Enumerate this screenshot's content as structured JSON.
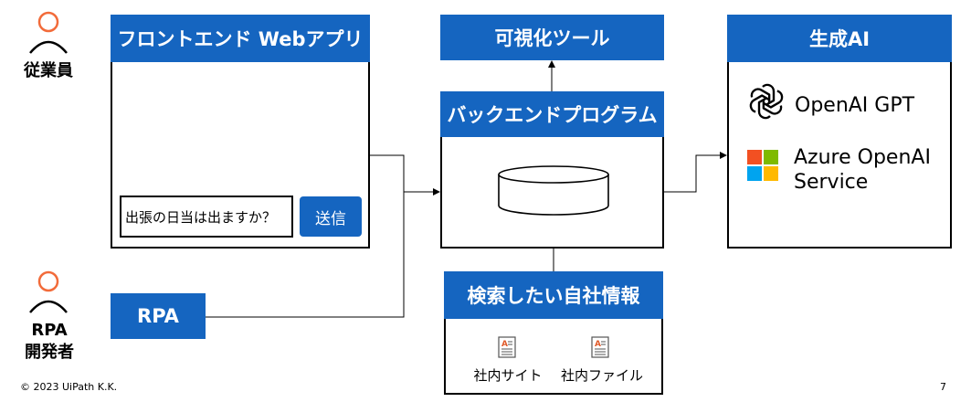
{
  "users": {
    "employee_label": "従業員",
    "rpa_dev_label": "RPA\n開発者"
  },
  "frontend": {
    "title": "フロントエンド Webアプリ",
    "input_value": "出張の日当は出ますか？",
    "send_label": "送信"
  },
  "rpa": {
    "label": "RPA"
  },
  "visualization": {
    "title": "可視化ツール"
  },
  "backend": {
    "title": "バックエンドプログラム"
  },
  "search_info": {
    "title": "検索したい自社情報",
    "items": [
      {
        "label": "社内サイト",
        "icon": "document-icon"
      },
      {
        "label": "社内ファイル",
        "icon": "document-icon"
      }
    ]
  },
  "genai": {
    "title": "生成AI",
    "providers": [
      {
        "label": "OpenAI GPT",
        "icon": "openai-logo-icon"
      },
      {
        "label": "Azure OpenAI\nService",
        "icon": "microsoft-logo-icon"
      }
    ]
  },
  "footer": {
    "copyright": "© 2023 UiPath K.K.",
    "page_number": "7"
  },
  "colors": {
    "header_blue": "#1565c0",
    "user_icon_orange": "#f26b3a"
  }
}
